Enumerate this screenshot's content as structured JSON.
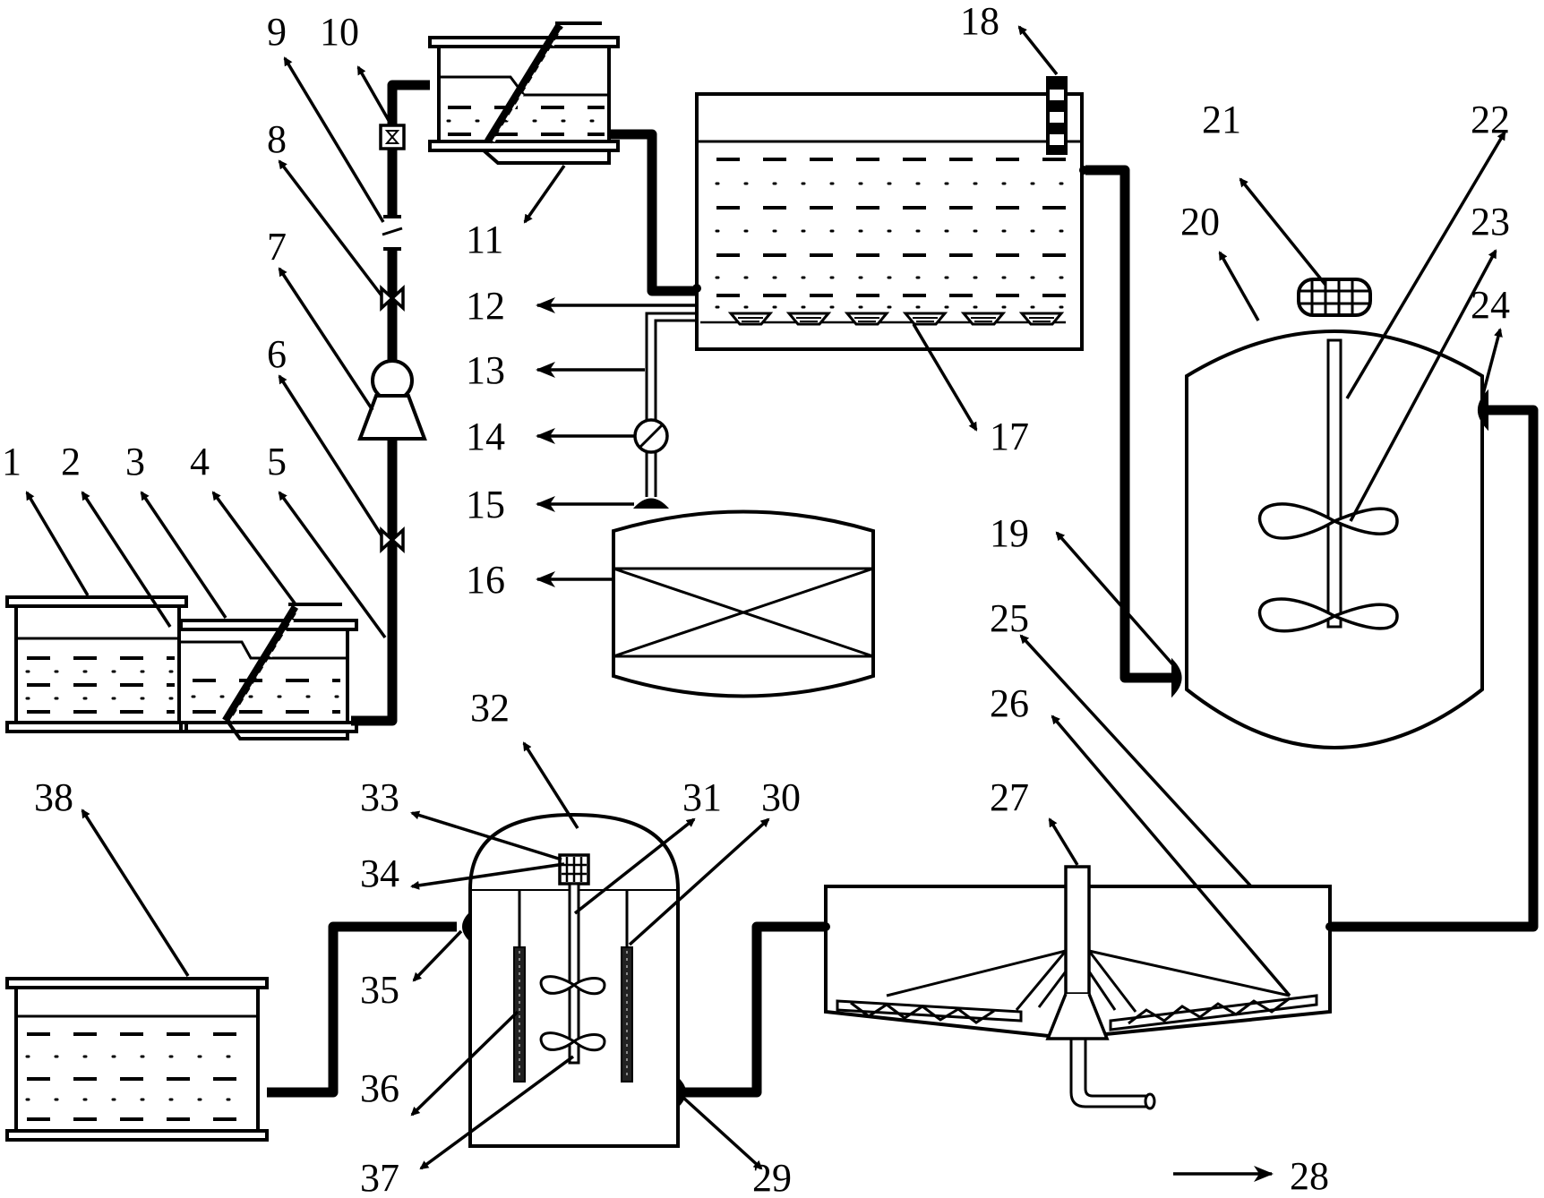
{
  "labels": [
    {
      "id": "1",
      "text": "1"
    },
    {
      "id": "2",
      "text": "2"
    },
    {
      "id": "3",
      "text": "3"
    },
    {
      "id": "4",
      "text": "4"
    },
    {
      "id": "5",
      "text": "5"
    },
    {
      "id": "6",
      "text": "6"
    },
    {
      "id": "7",
      "text": "7"
    },
    {
      "id": "8",
      "text": "8"
    },
    {
      "id": "9",
      "text": "9"
    },
    {
      "id": "10",
      "text": "10"
    },
    {
      "id": "11",
      "text": "11"
    },
    {
      "id": "12",
      "text": "12"
    },
    {
      "id": "13",
      "text": "13"
    },
    {
      "id": "14",
      "text": "14"
    },
    {
      "id": "15",
      "text": "15"
    },
    {
      "id": "16",
      "text": "16"
    },
    {
      "id": "17",
      "text": "17"
    },
    {
      "id": "18",
      "text": "18"
    },
    {
      "id": "19",
      "text": "19"
    },
    {
      "id": "20",
      "text": "20"
    },
    {
      "id": "21",
      "text": "21"
    },
    {
      "id": "22",
      "text": "22"
    },
    {
      "id": "23",
      "text": "23"
    },
    {
      "id": "24",
      "text": "24"
    },
    {
      "id": "25",
      "text": "25"
    },
    {
      "id": "26",
      "text": "26"
    },
    {
      "id": "27",
      "text": "27"
    },
    {
      "id": "28",
      "text": "28"
    },
    {
      "id": "29",
      "text": "29"
    },
    {
      "id": "30",
      "text": "30"
    },
    {
      "id": "31",
      "text": "31"
    },
    {
      "id": "32",
      "text": "32"
    },
    {
      "id": "33",
      "text": "33"
    },
    {
      "id": "34",
      "text": "34"
    },
    {
      "id": "35",
      "text": "35"
    },
    {
      "id": "36",
      "text": "36"
    },
    {
      "id": "37",
      "text": "37"
    },
    {
      "id": "38",
      "text": "38"
    }
  ]
}
